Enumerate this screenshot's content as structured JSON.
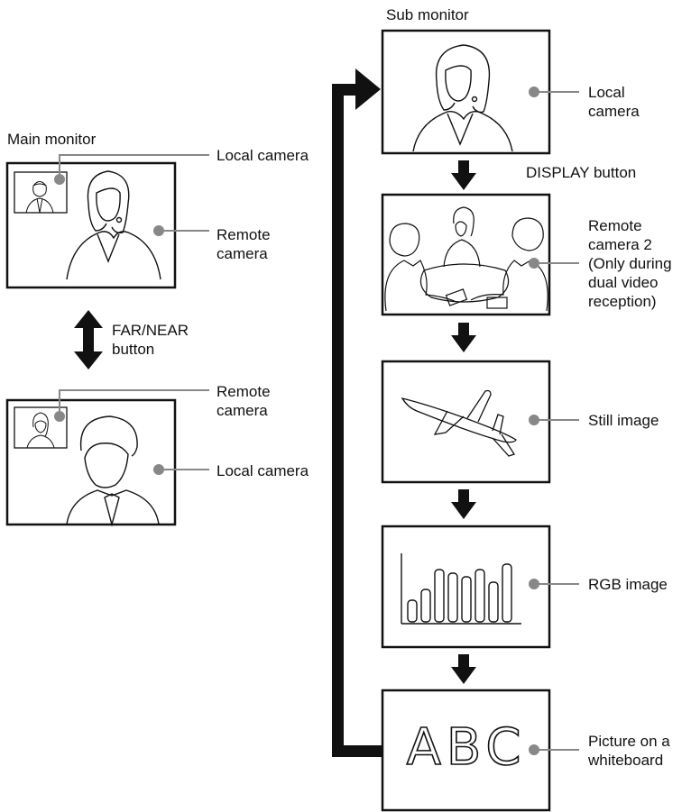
{
  "main_monitor": {
    "title": "Main monitor",
    "top_local_label": "Local camera",
    "top_remote_label": "Remote\ncamera",
    "toggle_label": "FAR/NEAR\nbutton",
    "bottom_remote_label": "Remote\ncamera",
    "bottom_local_label": "Local camera"
  },
  "sub_monitor": {
    "title": "Sub monitor",
    "display_button_label": "DISPLAY button",
    "screens": [
      {
        "label": "Local\ncamera",
        "icon": "woman-portrait-icon"
      },
      {
        "label": "Remote\ncamera 2\n(Only during\ndual video\nreception)",
        "icon": "meeting-scene-icon"
      },
      {
        "label": "Still image",
        "icon": "airplane-icon"
      },
      {
        "label": "RGB image",
        "icon": "bar-graph-icon"
      },
      {
        "label": "Picture on a\nwhiteboard",
        "icon": "abc-whiteboard-icon"
      }
    ],
    "whiteboard_text": "ABC"
  },
  "colors": {
    "line": "#111111",
    "callout": "#888888"
  }
}
